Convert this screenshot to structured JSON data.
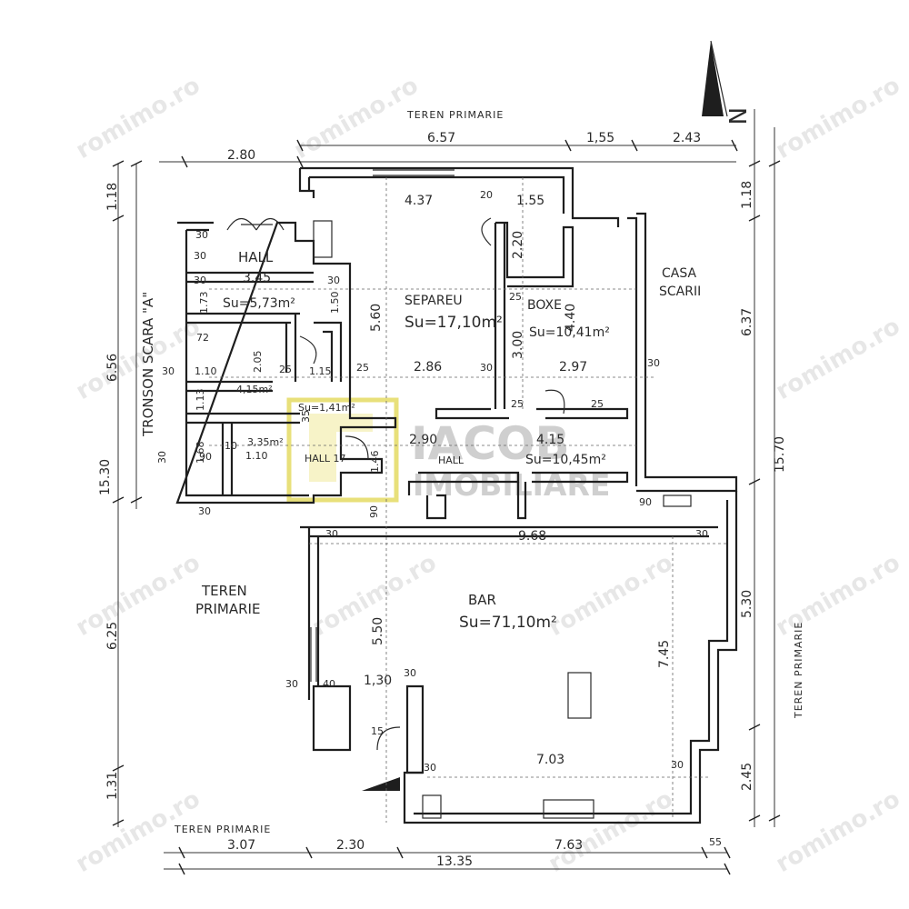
{
  "labels": {
    "teren_primarie_top": "TEREN PRIMARIE",
    "teren_primarie_left_1": "TEREN",
    "teren_primarie_left_2": "PRIMARIE",
    "teren_primarie_right": "TEREN PRIMARIE",
    "tronson": "TRONSON SCARA \"A\"",
    "casa_1": "CASA",
    "casa_2": "SCARII",
    "north": "N"
  },
  "rooms": {
    "hall_top": "HALL",
    "hall_top_area": "Su=5,73m²",
    "separeu": "SEPAREU",
    "separeu_area": "Su=17,10m²",
    "boxe": "BOXE",
    "boxe_area": "Su=10,41m²",
    "small_area": "4,15m²",
    "wc_area": "3,35m²",
    "small_hall_area": "Su=1,41m²",
    "hall_mid": "HALL",
    "hall_mid_area": "Su=10,45m²",
    "hall_17": "HALL 17",
    "bar": "BAR",
    "bar_area": "Su=71,10m²"
  },
  "dims": {
    "top_657": "6.57",
    "top_155": "1,55",
    "top_243": "2.43",
    "top_280": "2.80",
    "in_437": "4.37",
    "in_155": "1.55",
    "in_20": "20",
    "in_220": "2.20",
    "hall_345": "3.45",
    "hall_30a": "30",
    "hall_30b": "30",
    "hall_30c": "30",
    "hall_30d": "30",
    "hall_173": "1.73",
    "hall_150": "1.50",
    "v_560": "5.60",
    "v_440": "4.40",
    "v_300": "3.00",
    "v_25a": "25",
    "v_25b": "25",
    "v_25c": "25",
    "mid_286": "2.86",
    "mid_297": "2.97",
    "mid_30a": "30",
    "mid_30b": "30",
    "mid_25": "25",
    "mid_415": "4.15",
    "mid_290": "2.90",
    "mid_146": "1.46",
    "mid_90": "90",
    "mid_90b": "90",
    "bar_968": "9.68",
    "bar_30a": "30",
    "bar_30b": "30",
    "bar_745": "7.45",
    "bar_703": "7.03",
    "bar_30c": "30",
    "bar_30d": "30",
    "bar_550": "5.50",
    "ent_30a": "30",
    "ent_40": "40",
    "ent_130": "1,30",
    "ent_30b": "30",
    "ent_15": "15",
    "r_118": "1.18",
    "r_637": "6.37",
    "r_1570": "15.70",
    "r_530": "5.30",
    "r_245": "2.45",
    "l_118": "1.18",
    "l_656": "6.56",
    "l_1530": "15.30",
    "l_625": "6.25",
    "l_131": "1.31",
    "l_30": "30",
    "b_307": "3.07",
    "b_230": "2.30",
    "b_763": "7.63",
    "b_55": "55",
    "b_1335": "13.35",
    "s_72": "72",
    "s_110": "1.10",
    "s_113": "1.13",
    "s_168": "1.68",
    "s_10": "10",
    "s_110b": "1.10",
    "s_205": "2.05",
    "s_25": "25",
    "s_115": "1.15",
    "s_30": "30",
    "s_90": "90",
    "s_30b": "30",
    "s_35": "35"
  },
  "watermark": {
    "site": "romimo.ro",
    "logo_1": "IACOB",
    "logo_2": "IMOBILIARE"
  }
}
